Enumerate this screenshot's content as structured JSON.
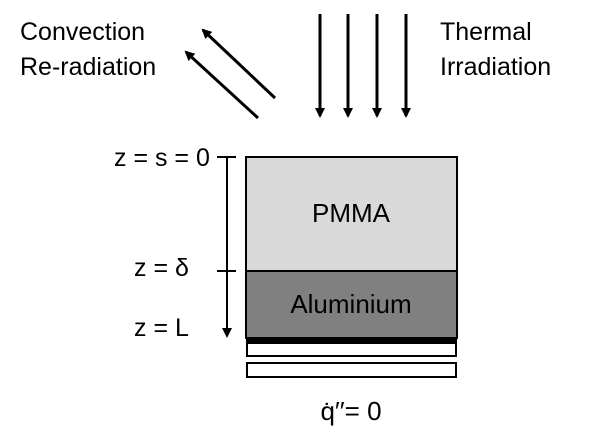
{
  "labels": {
    "convection": "Convection",
    "reradiation": "Re-radiation",
    "thermal": "Thermal",
    "irradiation": "Irradiation",
    "z_top": "z = s = 0",
    "z_delta": "z = δ",
    "z_bottom": "z = L",
    "boundary_condition": "q̇′′= 0"
  },
  "layers": {
    "pmma": {
      "label": "PMMA",
      "color": "#d9d9d9"
    },
    "aluminium": {
      "label": "Aluminium",
      "color": "#808080"
    }
  },
  "colors": {
    "stroke": "#000000",
    "background": "#ffffff"
  }
}
